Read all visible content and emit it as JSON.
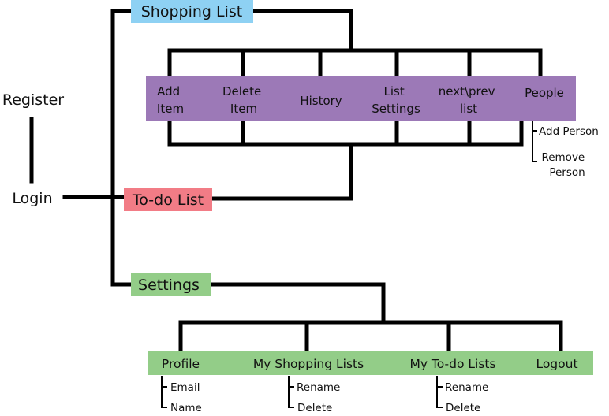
{
  "colors": {
    "shopping": "#8ed1f3",
    "todo": "#f27c86",
    "settings": "#93cd88",
    "list_bar": "#9c79b7",
    "settings_bar": "#93cd88"
  },
  "nodes": {
    "register": "Register",
    "login": "Login",
    "shopping_list": "Shopping List",
    "todo_list": "To-do List",
    "settings": "Settings"
  },
  "list_actions": {
    "add_item": [
      "Add",
      "Item"
    ],
    "delete_item": [
      "Delete",
      "Item"
    ],
    "history": [
      "History"
    ],
    "list_settings": [
      "List",
      "Settings"
    ],
    "next_prev": [
      "next\\prev",
      "list"
    ],
    "people": [
      "People"
    ]
  },
  "people_sub": {
    "add_person": "Add Person",
    "remove_person": [
      "Remove",
      "Person"
    ]
  },
  "settings_items": {
    "profile": "Profile",
    "my_shopping_lists": "My Shopping Lists",
    "my_todo_lists": "My To-do Lists",
    "logout": "Logout"
  },
  "profile_sub": {
    "email": "Email",
    "name": "Name"
  },
  "shopping_lists_sub": {
    "rename": "Rename",
    "delete": "Delete"
  },
  "todo_lists_sub": {
    "rename": "Rename",
    "delete": "Delete"
  }
}
